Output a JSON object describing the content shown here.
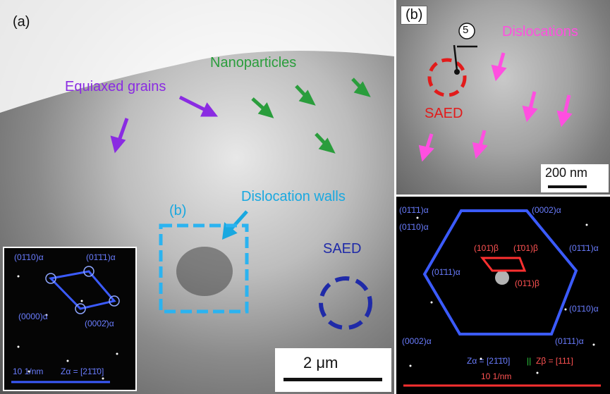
{
  "panel_a": {
    "letter": "(a)",
    "nanoparticles": "Nanoparticles",
    "equiaxed": "Equiaxed grains",
    "dislocation_walls": "Dislocation walls",
    "box_letter": "(b)",
    "saed": "SAED",
    "scale": "2 μm",
    "inset": {
      "spot_tl": "(01̄10)α",
      "spot_tr": "(01̄1̄1)α",
      "spot_bl": "(0000)α",
      "spot_br": "(0002̄)α",
      "scale": "10 1/nm",
      "zone": "Zα = [21̄1̄0]"
    }
  },
  "panel_b": {
    "letter": "(b)",
    "marker": "5",
    "dislocations": "Dislocations",
    "saed": "SAED",
    "scale": "200 nm"
  },
  "panel_c": {
    "spots_alpha": [
      "(01̄1̄1)α",
      "(01̄10)α",
      "(0002)α",
      "(01̄1̄1)α",
      "(01̄11)α",
      "(01̄10)α",
      "(0002)α",
      "(01̄11)α"
    ],
    "spots_beta": [
      "(101̄)β",
      "(1̄01)β",
      "(01̄1)β"
    ],
    "zone_alpha": "Zα = [21̄1̄0]",
    "separator": "||",
    "zone_beta": "Zβ = [111]",
    "scale": "10 1/nm"
  },
  "colors": {
    "green": "#2a9d3c",
    "purple": "#8a2be2",
    "cyan": "#19a8e0",
    "navy": "#1f2aa8",
    "magenta": "#ff4fe0",
    "red": "#e21b1b"
  }
}
